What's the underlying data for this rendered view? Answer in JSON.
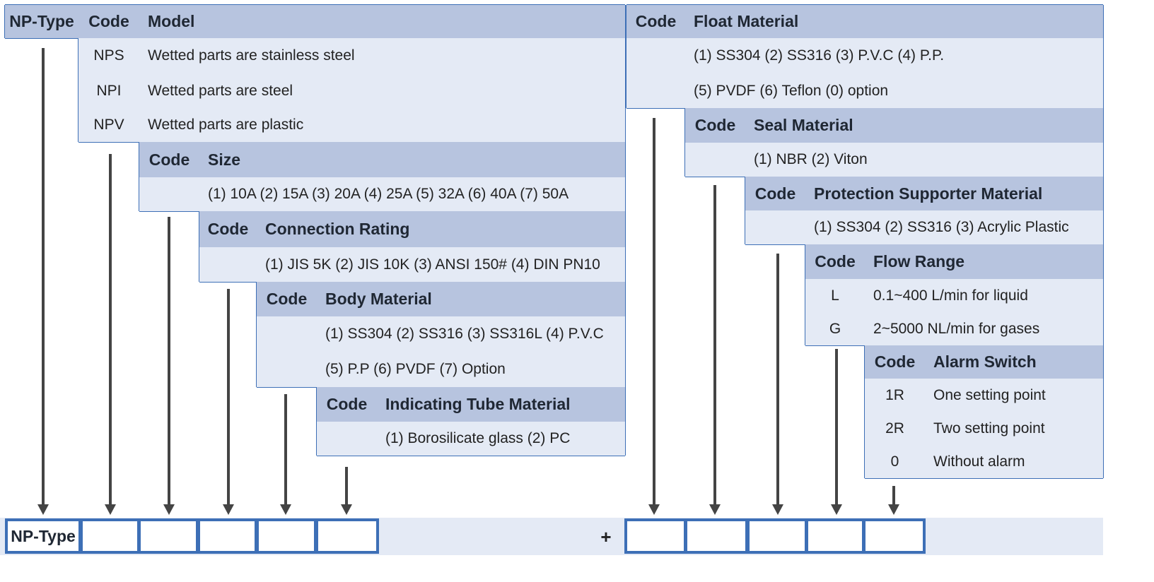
{
  "colors": {
    "header_fill": "#b7c4df",
    "body_fill": "#e4eaf5",
    "line": "#3d6fb6",
    "arrow": "#444444",
    "strip": "#e4eaf5"
  },
  "left": {
    "type_header": "NP-Type",
    "model": {
      "code_header": "Code",
      "title": "Model",
      "rows": [
        {
          "code": "NPS",
          "text": "Wetted parts are stainless steel"
        },
        {
          "code": "NPI",
          "text": "Wetted parts are steel"
        },
        {
          "code": "NPV",
          "text": "Wetted parts are plastic"
        }
      ]
    },
    "size": {
      "code_header": "Code",
      "title": "Size",
      "rows": [
        {
          "code": "",
          "text": "(1) 10A  (2) 15A  (3) 20A  (4) 25A  (5) 32A  (6) 40A  (7) 50A"
        }
      ]
    },
    "connection": {
      "code_header": "Code",
      "title": "Connection Rating",
      "rows": [
        {
          "code": "",
          "text": "(1) JIS 5K  (2) JIS 10K  (3) ANSI 150#  (4) DIN PN10"
        }
      ]
    },
    "body": {
      "code_header": "Code",
      "title": "Body Material",
      "rows": [
        {
          "code": "",
          "text": "(1) SS304  (2) SS316  (3) SS316L  (4) P.V.C"
        },
        {
          "code": "",
          "text": "(5) P.P  (6) PVDF  (7) Option"
        }
      ]
    },
    "tube": {
      "code_header": "Code",
      "title": "Indicating Tube Material",
      "rows": [
        {
          "code": "",
          "text": "(1) Borosilicate glass   (2) PC"
        }
      ]
    }
  },
  "right": {
    "float": {
      "code_header": "Code",
      "title": "Float Material",
      "rows": [
        {
          "code": "",
          "text": "(1) SS304  (2) SS316  (3) P.V.C  (4) P.P."
        },
        {
          "code": "",
          "text": "(5) PVDF  (6) Teflon  (0) option"
        }
      ]
    },
    "seal": {
      "code_header": "Code",
      "title": "Seal Material",
      "rows": [
        {
          "code": "",
          "text": "(1) NBR  (2) Viton"
        }
      ]
    },
    "protection": {
      "code_header": "Code",
      "title": "Protection Supporter Material",
      "rows": [
        {
          "code": "",
          "text": "(1) SS304   (2) SS316   (3) Acrylic Plastic"
        }
      ]
    },
    "flow": {
      "code_header": "Code",
      "title": "Flow Range",
      "rows": [
        {
          "code": "L",
          "text": "0.1~400 L/min for liquid"
        },
        {
          "code": "G",
          "text": "2~5000 NL/min for gases"
        }
      ]
    },
    "alarm": {
      "code_header": "Code",
      "title": "Alarm Switch",
      "rows": [
        {
          "code": "1R",
          "text": "One setting point"
        },
        {
          "code": "2R",
          "text": "Two setting point"
        },
        {
          "code": "0",
          "text": "Without alarm"
        }
      ]
    }
  },
  "bottom": {
    "type_label": "NP-Type",
    "plus": "+"
  }
}
